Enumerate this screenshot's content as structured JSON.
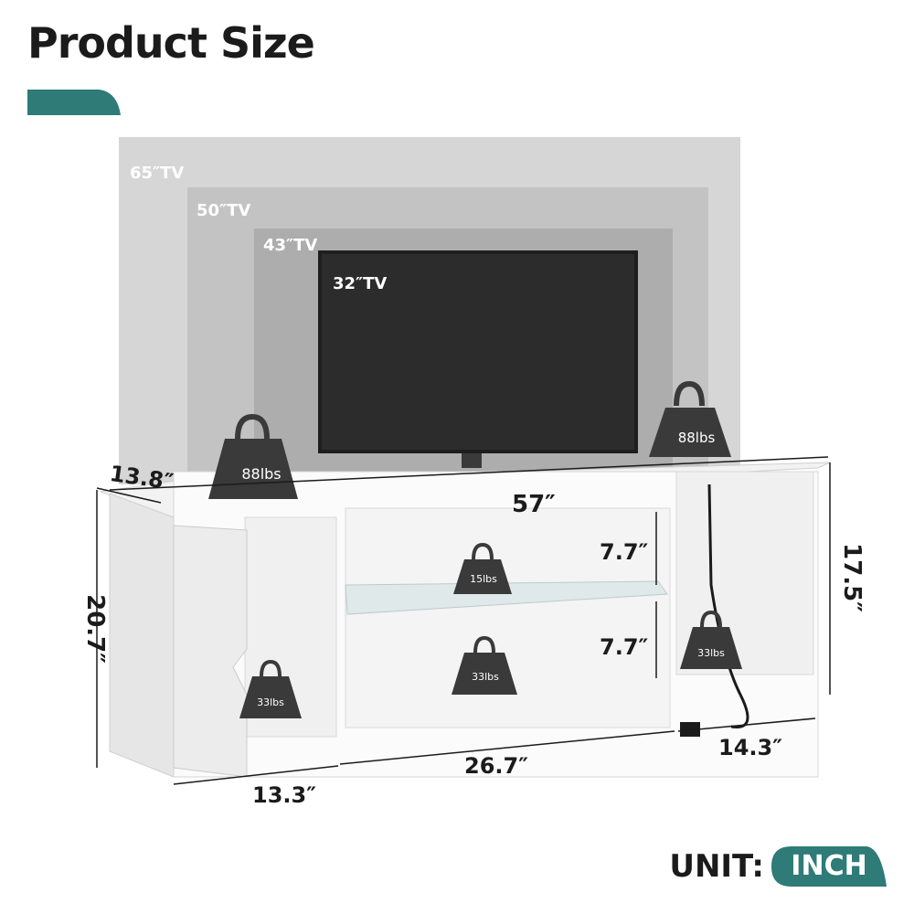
{
  "header": {
    "title": "Product Size"
  },
  "colors": {
    "accent": "#2e7b78",
    "weight": "#3a3a3a",
    "tv_screen": "#2c2c2c"
  },
  "tv_sizes": [
    "65″TV",
    "50″TV",
    "43″TV",
    "32″TV"
  ],
  "dimensions": {
    "depth": "13.8″",
    "width": "57″",
    "height": "20.7″",
    "side_height": "17.5″",
    "shelf_upper": "7.7″",
    "shelf_lower": "7.7″",
    "left_width": "13.3″",
    "middle_width": "26.7″",
    "right_width": "14.3″"
  },
  "weights": {
    "top_left": "88lbs",
    "top_right": "88lbs",
    "glass_shelf": "15lbs",
    "middle_bottom": "33lbs",
    "left_cabinet": "33lbs",
    "right_cabinet": "33lbs"
  },
  "unit": {
    "label": "UNIT:",
    "value": "INCH"
  }
}
